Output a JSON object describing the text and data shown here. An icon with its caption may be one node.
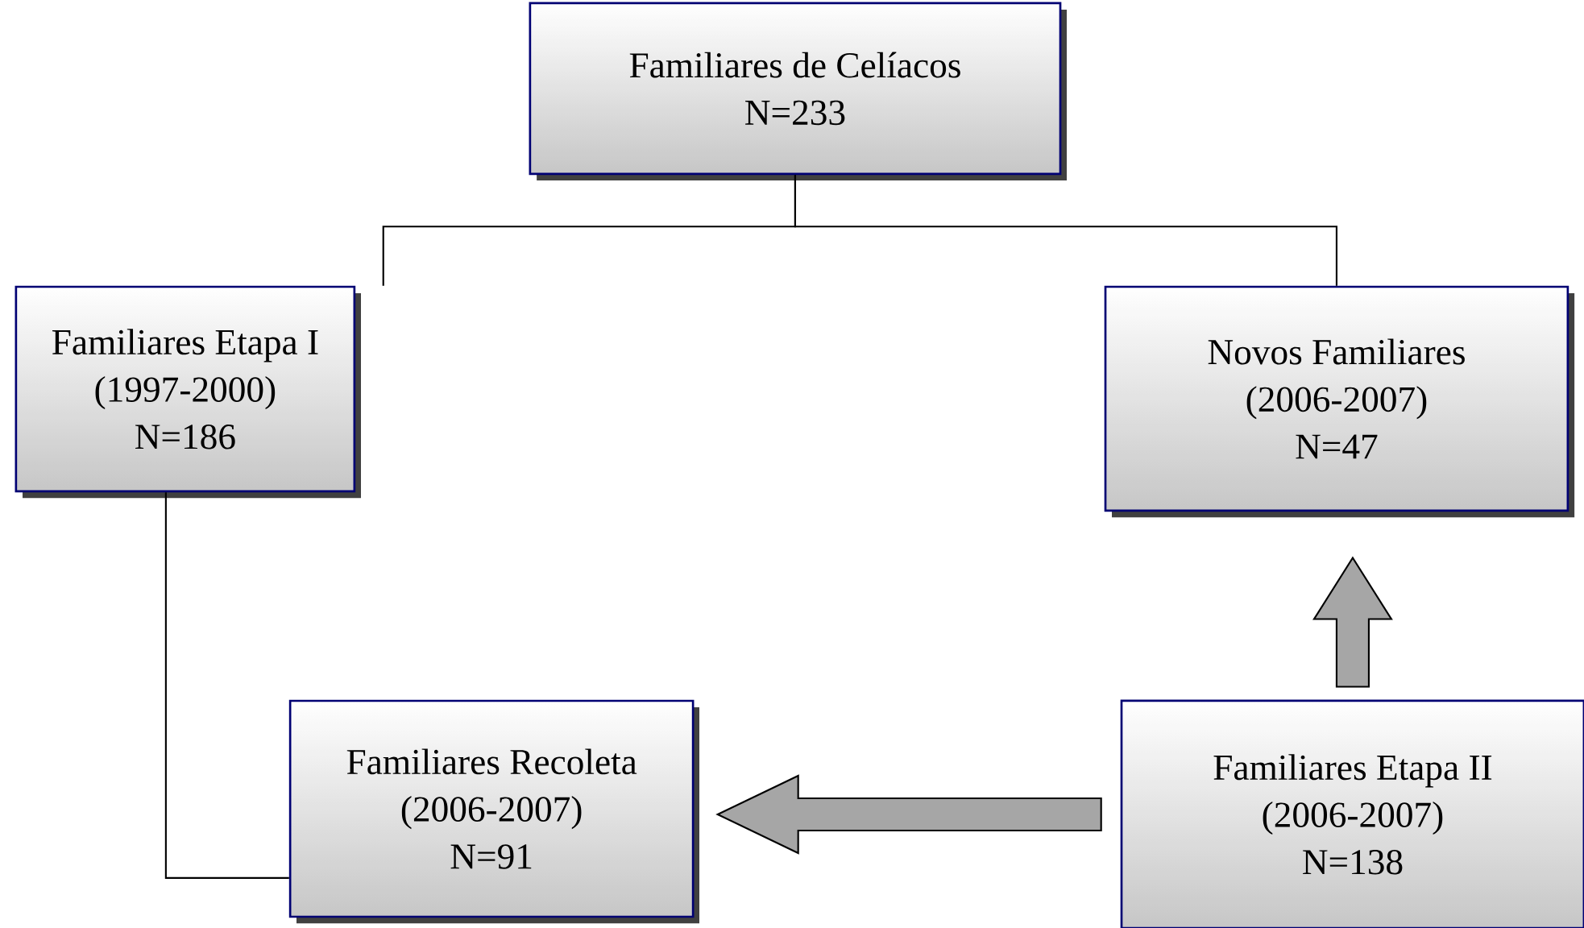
{
  "diagram": {
    "nodes": [
      {
        "text": [
          "Familiares de Celíacos",
          "N=233"
        ]
      },
      {
        "text": [
          "Familiares Etapa I",
          "(1997-2000)",
          "N=186"
        ]
      },
      {
        "text": [
          "Novos Familiares",
          "(2006-2007)",
          "N=47"
        ]
      },
      {
        "text": [
          "Familiares Recoleta",
          "(2006-2007)",
          "N=91"
        ]
      },
      {
        "text": [
          "Familiares Etapa II",
          "(2006-2007)",
          "N=138"
        ]
      }
    ],
    "edges": [
      {
        "from": 0,
        "to": 1,
        "arrow": "none"
      },
      {
        "from": 0,
        "to": 2,
        "arrow": "none"
      },
      {
        "from": 1,
        "to": 3,
        "arrow": "none"
      },
      {
        "from": 4,
        "to": 2,
        "arrow": "to"
      },
      {
        "from": 4,
        "to": 3,
        "arrow": "to"
      }
    ]
  }
}
